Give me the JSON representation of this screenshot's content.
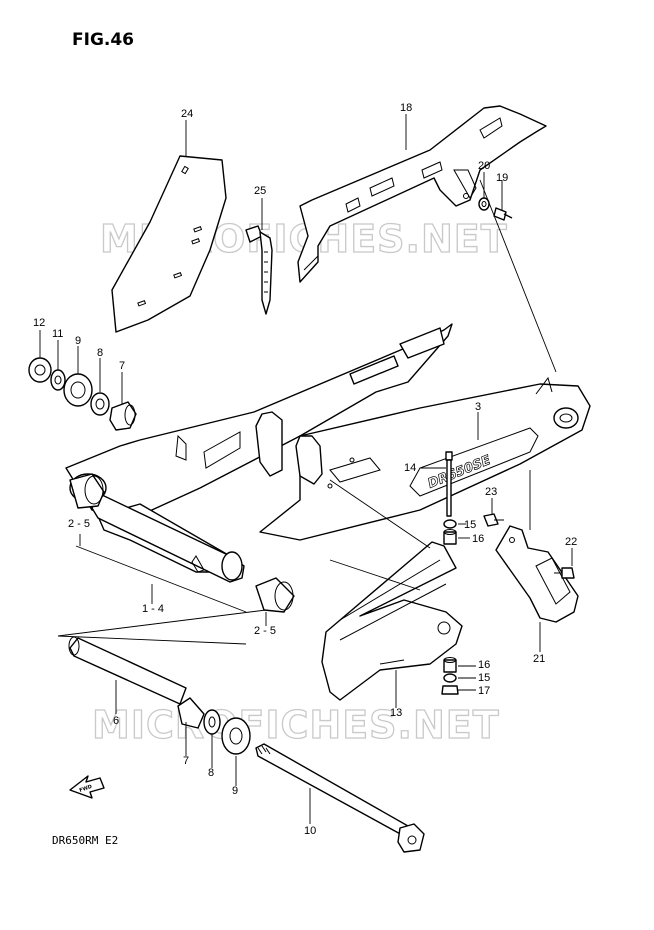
{
  "figure": {
    "title": "FIG.46",
    "model_code": "DR650RM E2",
    "watermark": "MICROFICHES.NET",
    "forward_marker": "FWD",
    "swingarm_decal": "DR650SE"
  },
  "callouts": {
    "c1": "1 - 4",
    "c2": "2 - 5",
    "c2b": "2 - 5",
    "c3": "3",
    "c6": "6",
    "c7a": "7",
    "c7b": "7",
    "c8a": "8",
    "c8b": "8",
    "c9a": "9",
    "c9b": "9",
    "c10": "10",
    "c11": "11",
    "c12": "12",
    "c13": "13",
    "c14": "14",
    "c15a": "15",
    "c15b": "15",
    "c16a": "16",
    "c16b": "16",
    "c17": "17",
    "c18": "18",
    "c19": "19",
    "c20": "20",
    "c21": "21",
    "c22": "22",
    "c23": "23",
    "c24": "24",
    "c25": "25"
  }
}
